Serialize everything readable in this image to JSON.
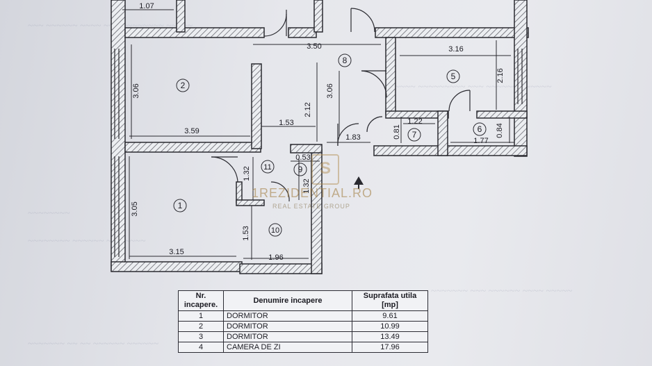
{
  "plan": {
    "dimensions": [
      "1.07",
      "3.50",
      "3.16",
      "3.06",
      "2.16",
      "3.06",
      "2.12",
      "3.59",
      "1.53",
      "1.83",
      "1.22",
      "0.81",
      "0.84",
      "1.77",
      "0.53",
      "1.32",
      "1.32",
      "3.05",
      "1.53",
      "3.15",
      "1.96"
    ],
    "rooms": [
      "1",
      "2",
      "5",
      "6",
      "7",
      "8",
      "9",
      "10",
      "11"
    ]
  },
  "watermark": {
    "brand": "1REZIDENTIAL.RO",
    "subtitle": "REAL ESTATE GROUP",
    "logo_letter": "S"
  },
  "table": {
    "header": {
      "nr": "Nr. incapere.",
      "name": "Denumire incapere",
      "area": "Suprafata utila [mp]"
    },
    "rows": [
      {
        "nr": "1",
        "name": "DORMITOR",
        "area": "9.61"
      },
      {
        "nr": "2",
        "name": "DORMITOR",
        "area": "10.99"
      },
      {
        "nr": "3",
        "name": "DORMITOR",
        "area": "13.49"
      },
      {
        "nr": "4",
        "name": "CAMERA DE ZI",
        "area": "17.96"
      }
    ]
  },
  "colors": {
    "wall": "#2a2a30",
    "hatch": "#55555e",
    "paper": "#e6e7ec"
  }
}
